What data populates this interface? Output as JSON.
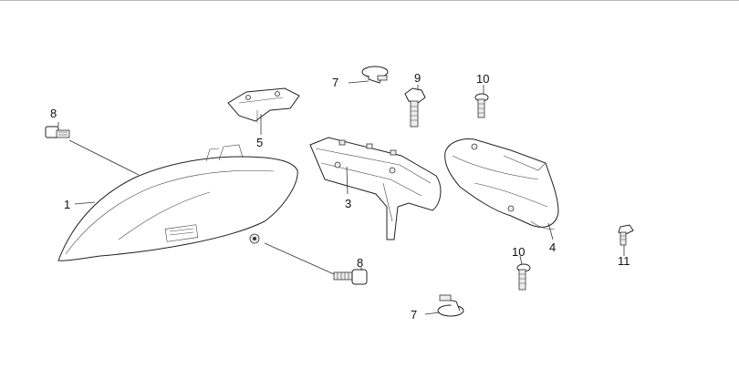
{
  "callouts": {
    "c1": "1",
    "c3": "3",
    "c4": "4",
    "c5": "5",
    "c7a": "7",
    "c7b": "7",
    "c8a": "8",
    "c8b": "8",
    "c9": "9",
    "c10a": "10",
    "c10b": "10",
    "c11": "11"
  }
}
